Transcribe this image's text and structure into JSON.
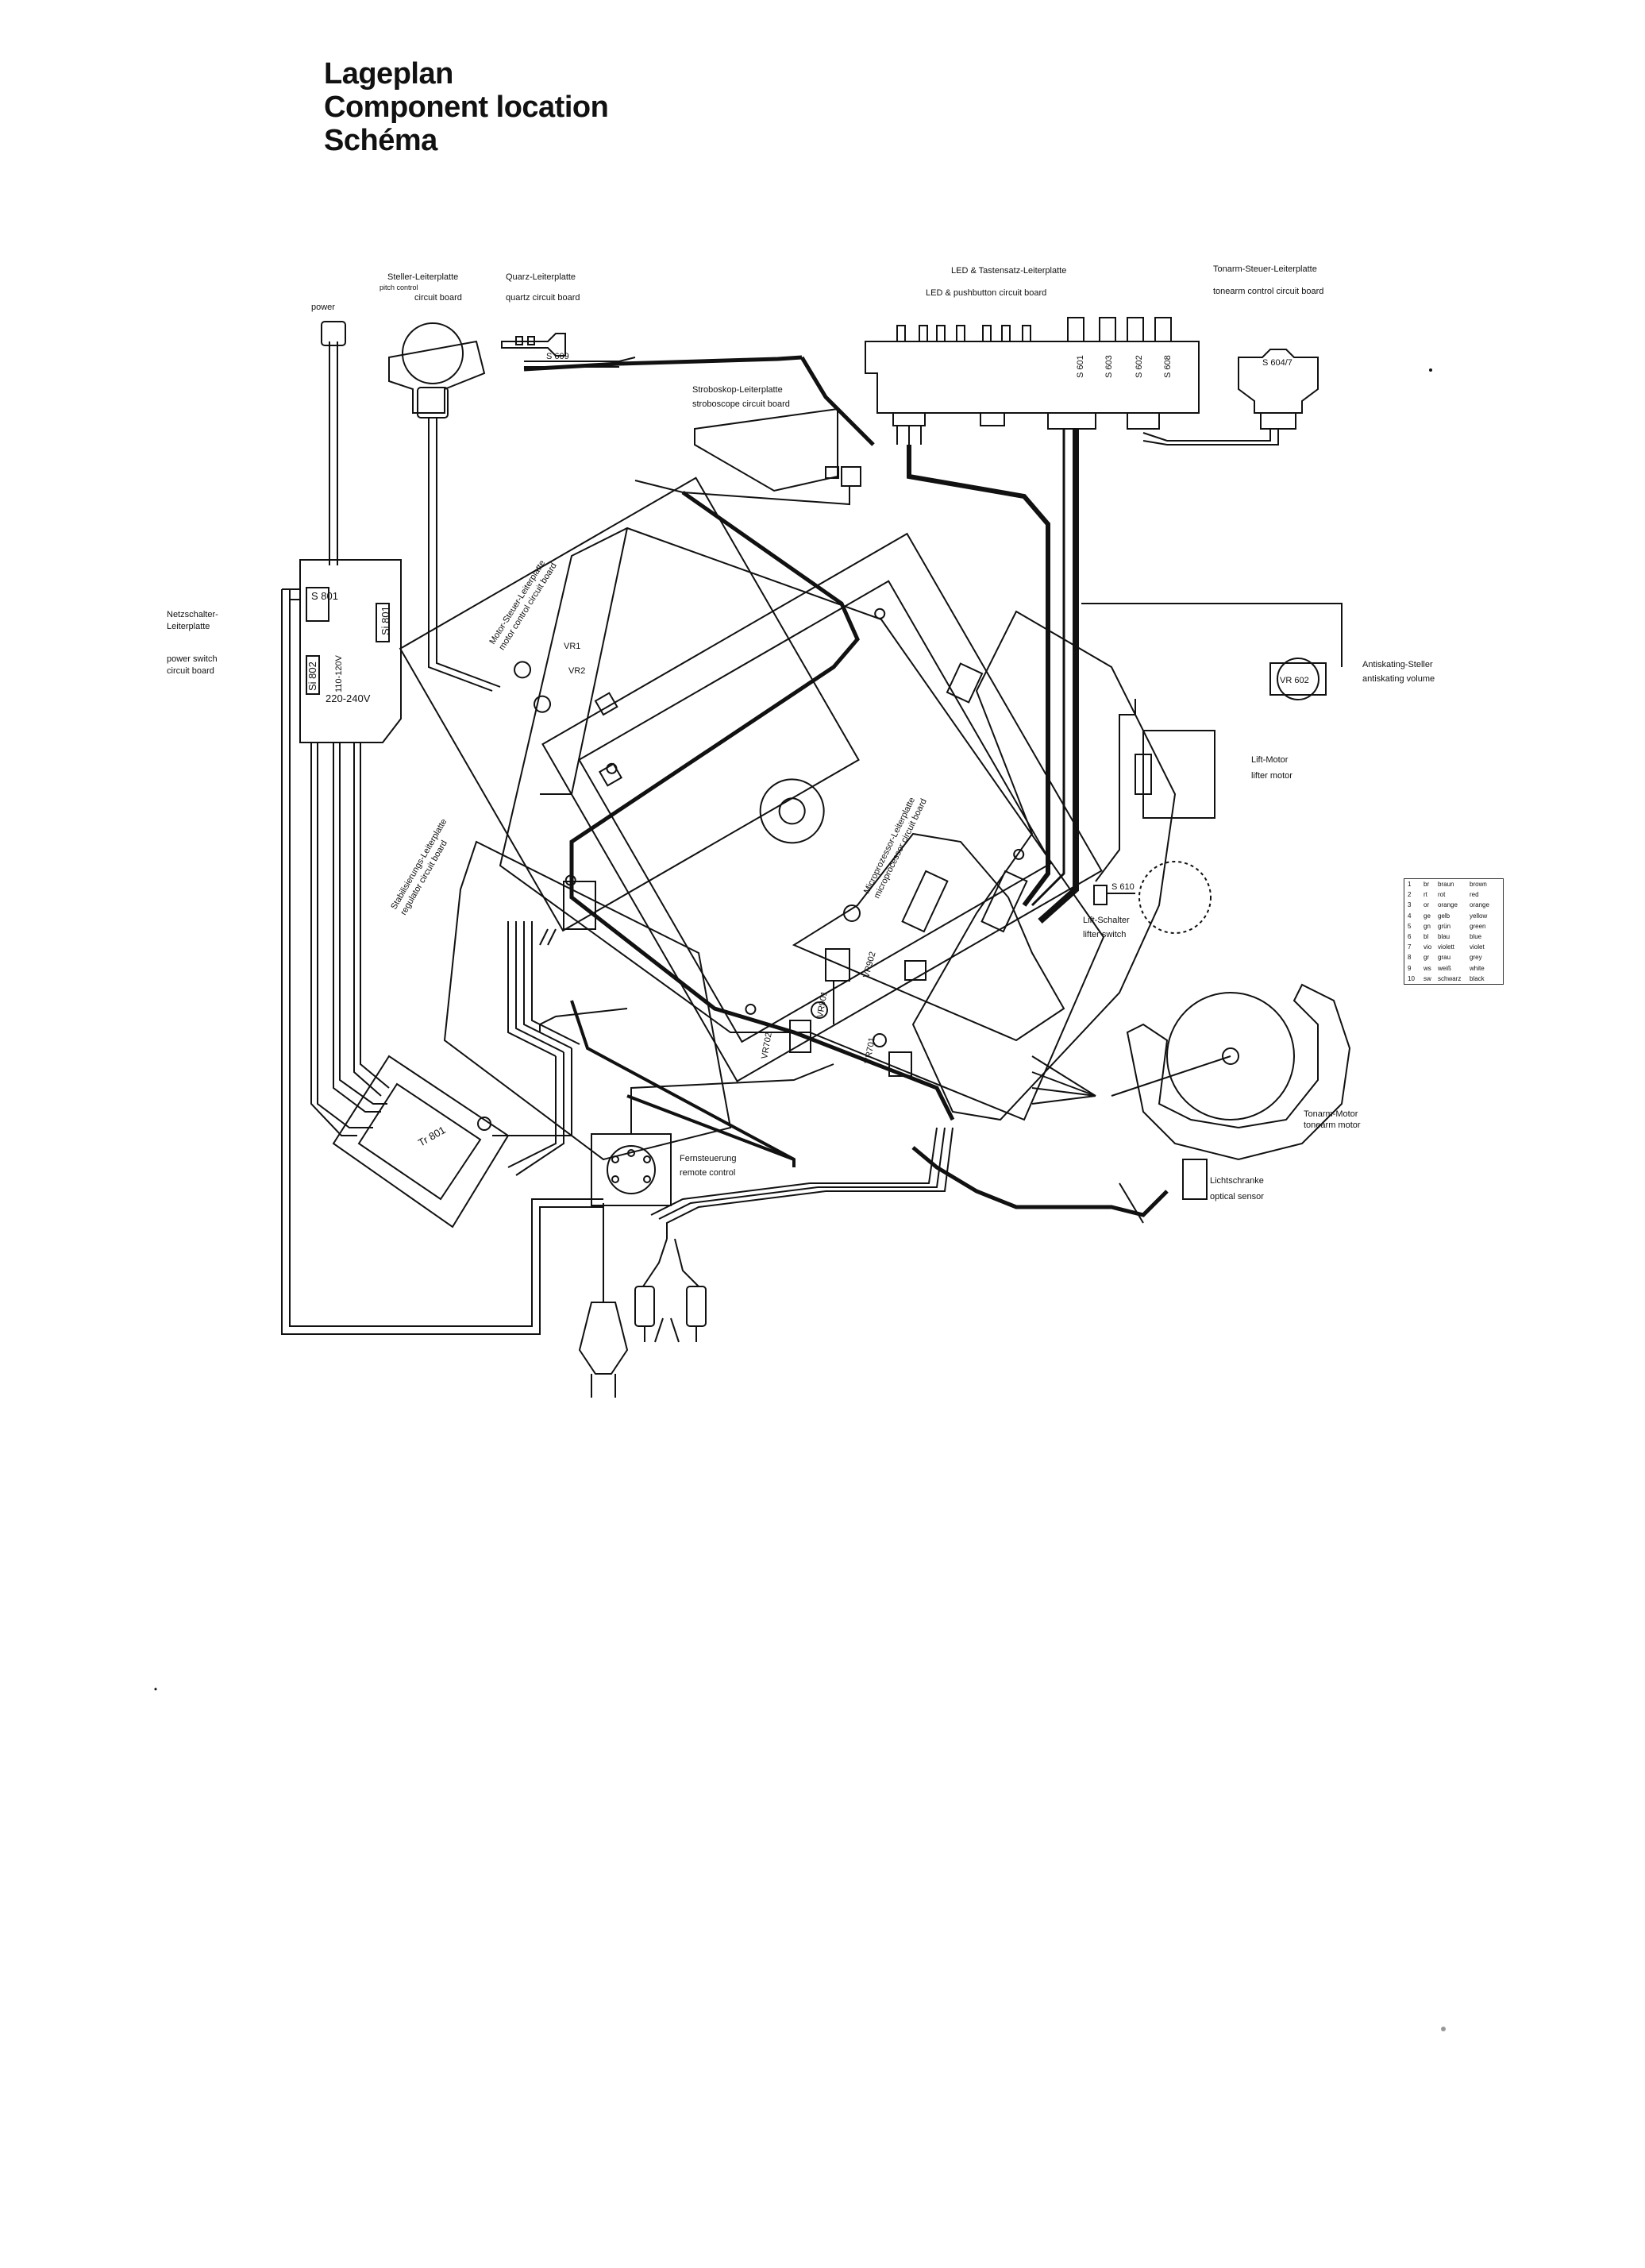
{
  "titles": [
    "Lageplan",
    "Component location",
    "Schéma"
  ],
  "labels": {
    "power": "power",
    "netz_de": "Netzschalter-",
    "netz_de2": "Leiterplatte",
    "netz_en": "power switch",
    "netz_en2": "circuit board",
    "steller_de": "Steller-Leiterplatte",
    "steller_en1": "pitch control",
    "steller_en2": "circuit board",
    "quarz_de": "Quarz-Leiterplatte",
    "quarz_en": "quartz circuit board",
    "led_de": "LED & Tastensatz-Leiterplatte",
    "led_en": "LED & pushbutton circuit board",
    "tonarm_steuer_de": "Tonarm-Steuer-Leiterplatte",
    "tonarm_steuer_en": "tonearm control circuit board",
    "strobo_de": "Stroboskop-Leiterplatte",
    "strobo_en": "stroboscope circuit board",
    "antiskating_de": "Antiskating-Steller",
    "antiskating_en": "antiskating volume",
    "lift_motor_de": "Lift-Motor",
    "lift_motor_en": "lifter motor",
    "lift_schalter_de": "Lift-Schalter",
    "lift_schalter_en": "lifter switch",
    "tonarm_motor_de": "Tonarm-Motor",
    "tonarm_motor_en": "tonearm motor",
    "licht_de": "Lichtschranke",
    "licht_en": "optical sensor",
    "fern_de": "Fernsteuerung",
    "fern_en": "remote control",
    "motor_de": "Motor-Steuer-Leiterplatte",
    "motor_en": "motor control circuit board",
    "stab_de": "Stabilisierungs-Leiterplatte",
    "stab_en": "regulator circuit board",
    "micro_de": "Microprozessor-Leiterplatte",
    "micro_en": "microprocessor circuit board"
  },
  "components": {
    "s801": "S 801",
    "si801": "Si 801",
    "si802": "Si 802",
    "v110": "110-120V",
    "v220": "220-240V",
    "s609": "S 609",
    "s601": "S 601",
    "s603": "S 603",
    "s602": "S 602",
    "s608": "S 608",
    "s6047": "S 604/7",
    "vr602": "VR 602",
    "s610": "S 610",
    "tr801": "Tr 801",
    "vr1": "VR1",
    "vr2": "VR2",
    "vr901": "VR901",
    "vr902": "VR902",
    "vr701": "VR701",
    "vr702": "VR702"
  },
  "color_code": [
    {
      "pin": "1",
      "abbr": "br",
      "de": "braun",
      "en": "brown"
    },
    {
      "pin": "2",
      "abbr": "rt",
      "de": "rot",
      "en": "red"
    },
    {
      "pin": "3",
      "abbr": "or",
      "de": "orange",
      "en": "orange"
    },
    {
      "pin": "4",
      "abbr": "ge",
      "de": "gelb",
      "en": "yellow"
    },
    {
      "pin": "5",
      "abbr": "gn",
      "de": "grün",
      "en": "green"
    },
    {
      "pin": "6",
      "abbr": "bl",
      "de": "blau",
      "en": "blue"
    },
    {
      "pin": "7",
      "abbr": "vio",
      "de": "violett",
      "en": "violet"
    },
    {
      "pin": "8",
      "abbr": "gr",
      "de": "grau",
      "en": "grey"
    },
    {
      "pin": "9",
      "abbr": "ws",
      "de": "weiß",
      "en": "white"
    },
    {
      "pin": "10",
      "abbr": "sw",
      "de": "schwarz",
      "en": "black"
    }
  ]
}
